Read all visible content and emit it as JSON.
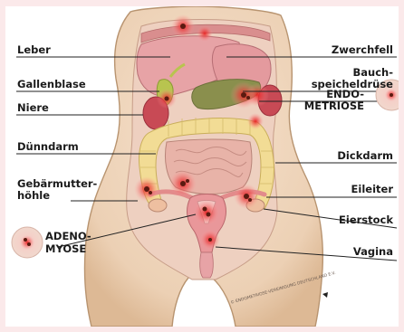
{
  "diagram": {
    "labels_left": {
      "leber": "Leber",
      "gallenblase": "Gallenblase",
      "niere": "Niere",
      "duenndarm": "Dünndarm",
      "gebaermutter_1": "Gebärmutter-",
      "gebaermutter_2": "höhle",
      "adeno_1": "ADENO-",
      "adeno_2": "MYOSE"
    },
    "labels_right": {
      "zwerchfell": "Zwerchfell",
      "bauch_1": "Bauch-",
      "bauch_2": "speicheldrüse",
      "endo_1": "ENDO-",
      "endo_2": "METRIOSE",
      "dickdarm": "Dickdarm",
      "eileiter": "Eileiter",
      "eierstock": "Eierstock",
      "vagina": "Vagina"
    },
    "copyright": "© ENDOMETRIOSE-VEREINIGUNG DEUTSCHLAND E.V.",
    "colors": {
      "skin": "#f0d7bf",
      "skin_outline": "#b89470",
      "organ_pink": "#e7a3a6",
      "colon_yellow": "#f2dc95",
      "kidney_red": "#c84a55",
      "gallbladder": "#a9b84a",
      "lesion_red": "#e02a2a",
      "lesion_dark": "#5a1a10"
    }
  }
}
